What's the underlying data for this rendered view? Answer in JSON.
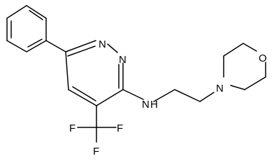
{
  "diagram": {
    "type": "chemical-structure",
    "atoms": {
      "pyridazine_n1": "N",
      "pyridazine_n2": "N",
      "amine_n": "N",
      "amine_h": "H",
      "morpholine_n": "N",
      "morpholine_o": "O",
      "cf3_f_left": "F",
      "cf3_f_right": "F",
      "cf3_f_bottom": "F"
    }
  }
}
